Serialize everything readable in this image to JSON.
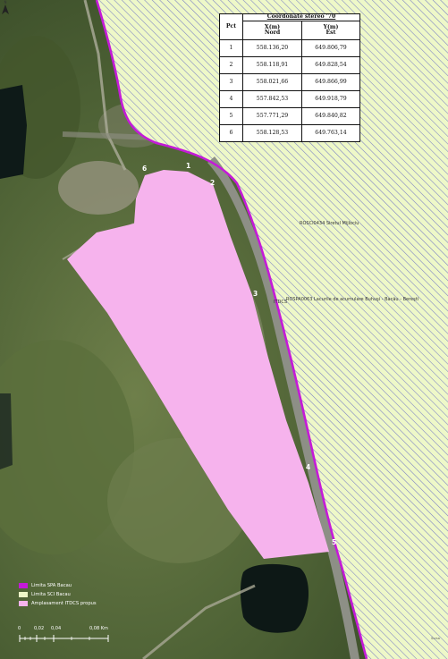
{
  "colors": {
    "spa_boundary": "#c41ad8",
    "sci_hatch_bg": "#eef8c8",
    "hatch_line": "#7a7fc4",
    "itdcs_fill": "#f6b3ed",
    "road": "#8d8f86"
  },
  "table": {
    "title": "Coordonate stereo '70",
    "col_pct": "Pct",
    "col_x": "X(m)",
    "col_x_sub": "Nord",
    "col_y": "Y(m)",
    "col_y_sub": "Est",
    "rows": [
      {
        "pct": "1",
        "x": "558.136,20",
        "y": "649.806,79"
      },
      {
        "pct": "2",
        "x": "558.118,91",
        "y": "649.828,54"
      },
      {
        "pct": "3",
        "x": "558.021,66",
        "y": "649.866,99"
      },
      {
        "pct": "4",
        "x": "557.842,53",
        "y": "649.918,79"
      },
      {
        "pct": "5",
        "x": "557.771,29",
        "y": "649.840,82"
      },
      {
        "pct": "6",
        "x": "558.128,53",
        "y": "649.763,14"
      }
    ]
  },
  "labels": {
    "sci": "ROSCI0434 Siretul Mijlociu",
    "spa": "ROSPA0063 Lacurile de acumulare Buhuşi - Bacău - Bereşti",
    "itdcs": "ITDCS",
    "credit": "Sursa"
  },
  "points": [
    "1",
    "2",
    "3",
    "4",
    "5",
    "6"
  ],
  "legend": {
    "spa": "Limita SPA Bacau",
    "sci": "Limita SCI Bacau",
    "itdcs": "Amplasament ITDCS propus"
  },
  "scale": {
    "t0": "0",
    "t1": "0,02",
    "t2": "0,04",
    "t3": "0,08 Km"
  },
  "icons": {
    "north": "north-arrow-icon"
  }
}
